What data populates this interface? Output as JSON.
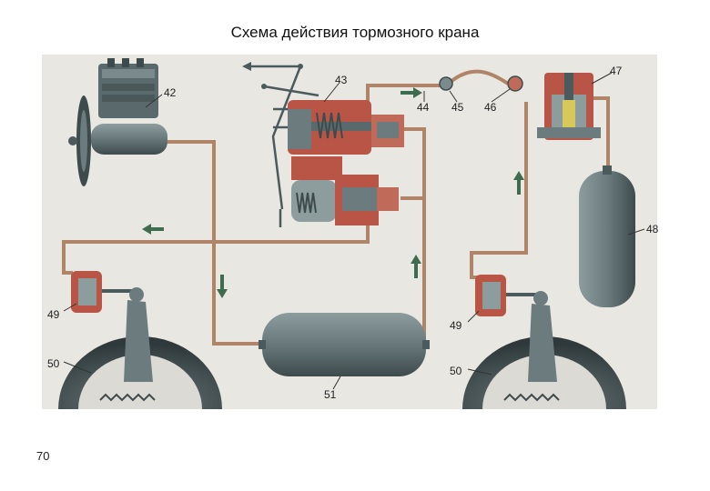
{
  "title": "Схема действия тормозного крана",
  "page_number": "70",
  "labels": {
    "compressor": "42",
    "brake_valve": "43",
    "pipe_44": "44",
    "pipe_45": "45",
    "pipe_46": "46",
    "valve_47": "47",
    "tank_48": "48",
    "chamber_left": "49",
    "chamber_right": "49",
    "drum_left": "50",
    "drum_right": "50",
    "tank_51": "51"
  },
  "colors": {
    "background": "#e9e7e2",
    "pipe": "#b08468",
    "metal": "#6e7e80",
    "metal_dark": "#4b5a5d",
    "valve_red": "#b95547",
    "arrow": "#3f6b4e"
  }
}
